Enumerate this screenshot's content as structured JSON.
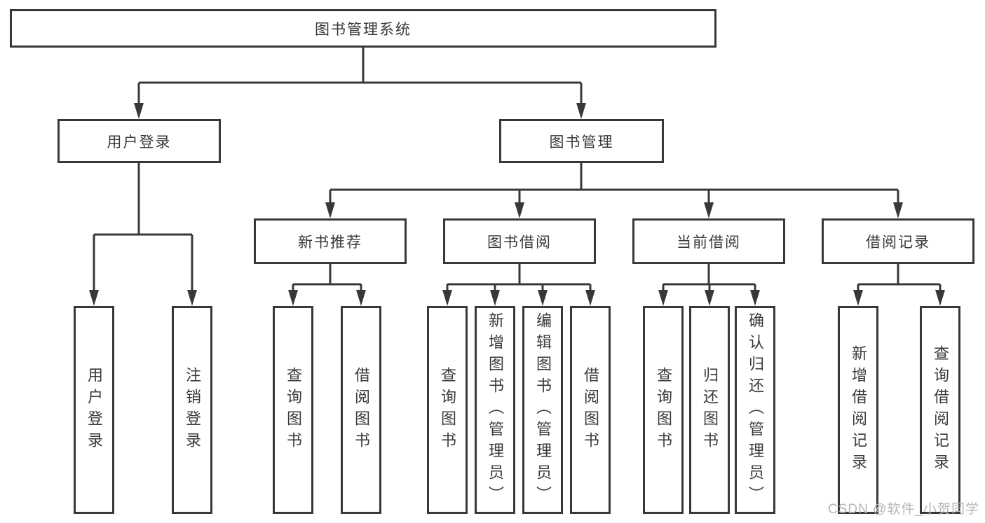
{
  "diagram": {
    "root": {
      "label": "图书管理系统"
    },
    "level2": [
      {
        "label": "用户登录"
      },
      {
        "label": "图书管理"
      }
    ],
    "level3": [
      {
        "label": "新书推荐"
      },
      {
        "label": "图书借阅"
      },
      {
        "label": "当前借阅"
      },
      {
        "label": "借阅记录"
      }
    ],
    "leaves": {
      "login": [
        "用户登录",
        "注销登录"
      ],
      "recommend": [
        "查询图书",
        "借阅图书"
      ],
      "borrow": [
        "查询图书",
        "新增图书（管理员）",
        "编辑图书（管理员）",
        "借阅图书"
      ],
      "current": [
        "查询图书",
        "归还图书",
        "确认归还（管理员）"
      ],
      "records": [
        "新增借阅记录",
        "查询借阅记录"
      ]
    }
  },
  "watermark": {
    "text": "CSDN @软件_小贺同学"
  },
  "colors": {
    "line": "#383838",
    "text": "#3a3a3a",
    "watermark": "#b5b5b5",
    "background": "#ffffff"
  }
}
